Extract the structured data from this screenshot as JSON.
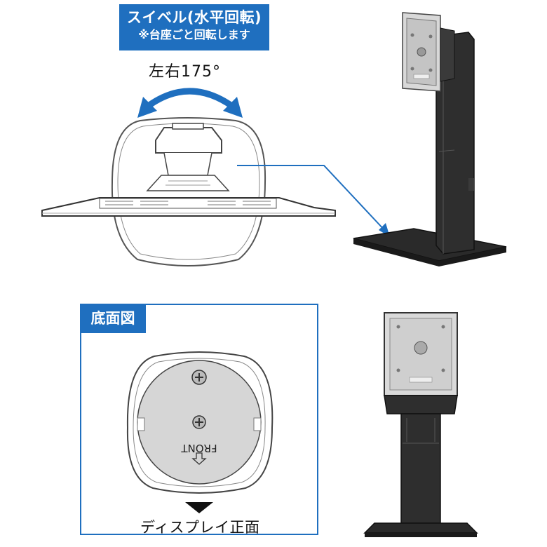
{
  "swivel": {
    "title": "スイベル(水平回転)",
    "note": "※台座ごと回転します",
    "angle": "左右175°"
  },
  "bottom_view": {
    "tag": "底面図",
    "front_label": "FRONT",
    "caption": "ディスプレイ正面"
  },
  "colors": {
    "accent": "#1f6fbf",
    "stand": "#2a2a2a",
    "outline": "#555555"
  }
}
